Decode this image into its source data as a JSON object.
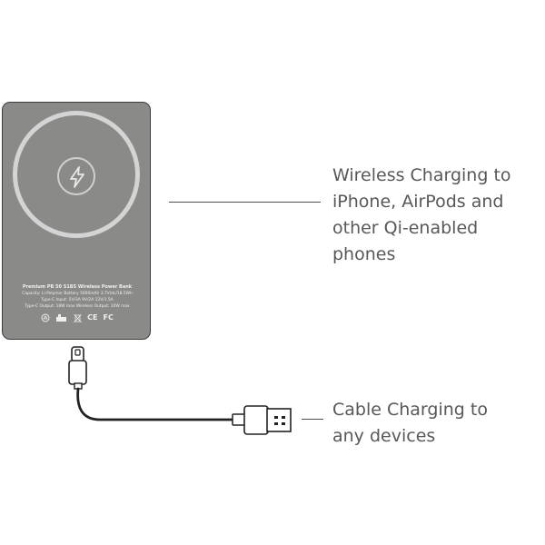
{
  "device": {
    "model_line": "Premium PB 50 S1B5 Wireless Power Bank",
    "capacity_line": "Capacity: Li-Polymer Battery 5000mAh 3.7V/dc/18.5Wh",
    "input_line": "Type-C Input: 5V/3A 9V/2A 12V/1.5A",
    "output_line": "Type-C Output: 18W max Wireless Output: 10W max",
    "cert_marks": [
      "CE",
      "FC"
    ]
  },
  "callouts": {
    "wireless": {
      "line1": "Wireless Charging to",
      "line2": "iPhone, AirPods and",
      "line3": "other Qi-enabled phones"
    },
    "cable": {
      "line1": "Cable Charging to",
      "line2": "any devices"
    }
  },
  "icons": {
    "wireless": "lightning-bolt-icon",
    "cable": "usb-cable-icon"
  },
  "colors": {
    "device_body": "#8a8a88",
    "ring": "#d4d4d4",
    "text": "#585858"
  }
}
